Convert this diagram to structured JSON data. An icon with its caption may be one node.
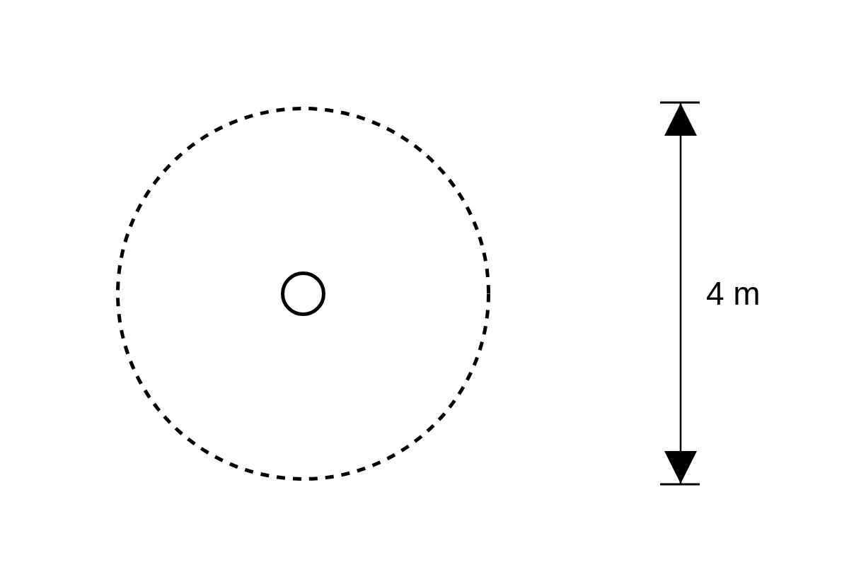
{
  "diagram": {
    "nodes": [
      {
        "text": [],
        "shape": "circle"
      },
      {
        "text": [],
        "shape": "circle",
        "in": 0
      }
    ],
    "labels": [
      "4 m"
    ]
  }
}
